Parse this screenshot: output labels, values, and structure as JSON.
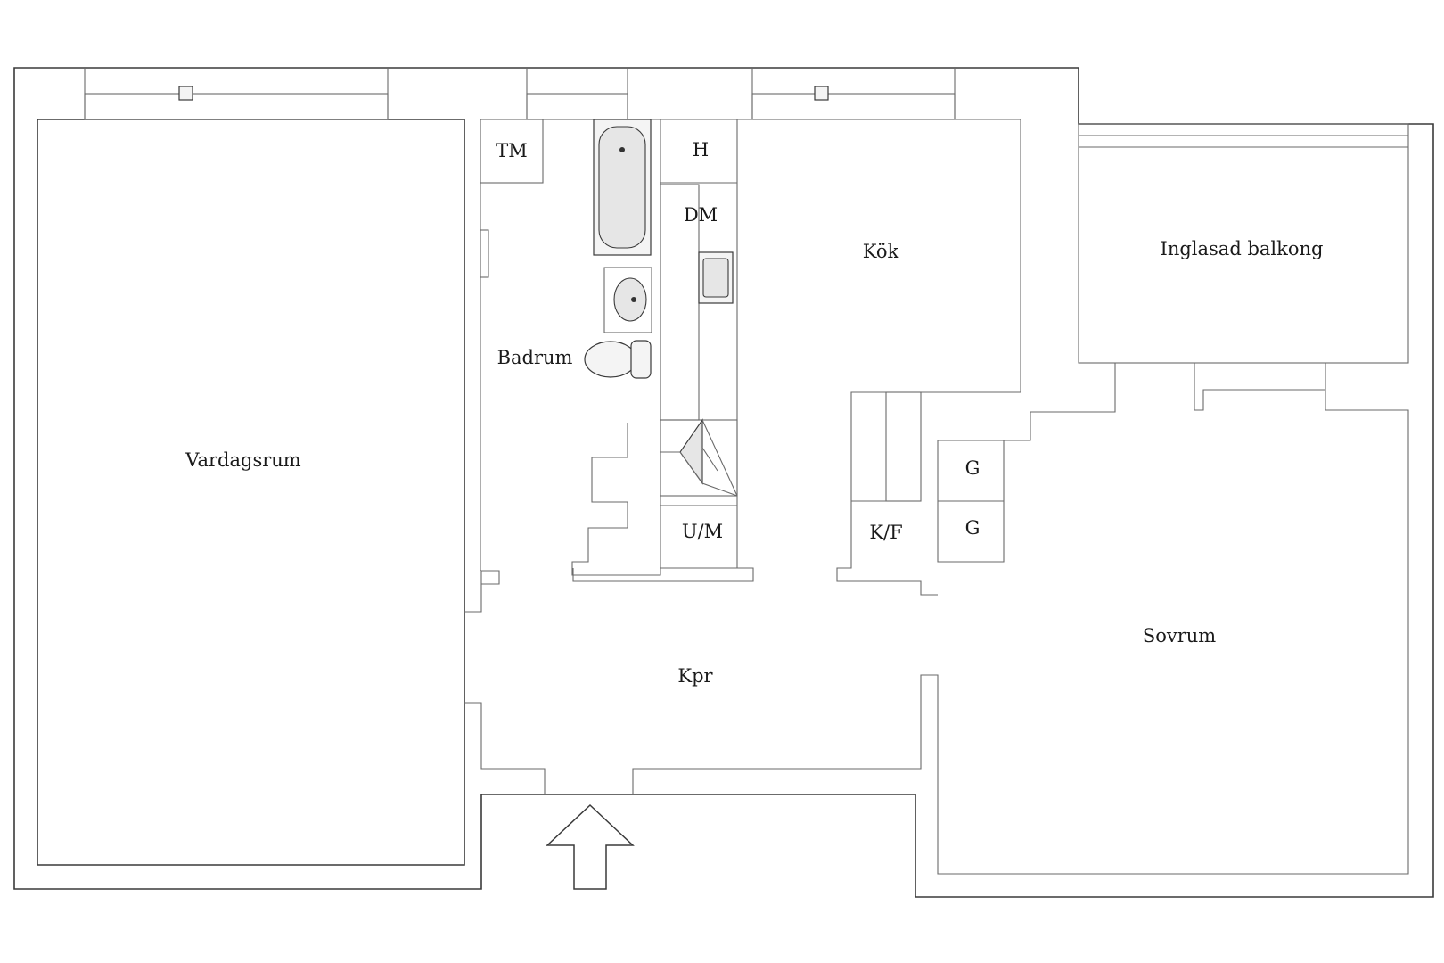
{
  "rooms": {
    "vardagsrum": "Vardagsrum",
    "badrum": "Badrum",
    "tm": "TM",
    "h": "H",
    "dm": "DM",
    "kok": "Kök",
    "um": "U/M",
    "kf": "K/F",
    "g1": "G",
    "g2": "G",
    "balkong": "Inglasad balkong",
    "sovrum": "Sovrum",
    "kpr": "Kpr"
  },
  "icons": {
    "entrance": "entrance-arrow-icon",
    "bathtub": "bathtub-icon",
    "sink": "sink-icon",
    "toilet": "toilet-icon",
    "kitchen_sink": "kitchen-sink-icon",
    "stove_hood": "stove-hood-icon"
  }
}
